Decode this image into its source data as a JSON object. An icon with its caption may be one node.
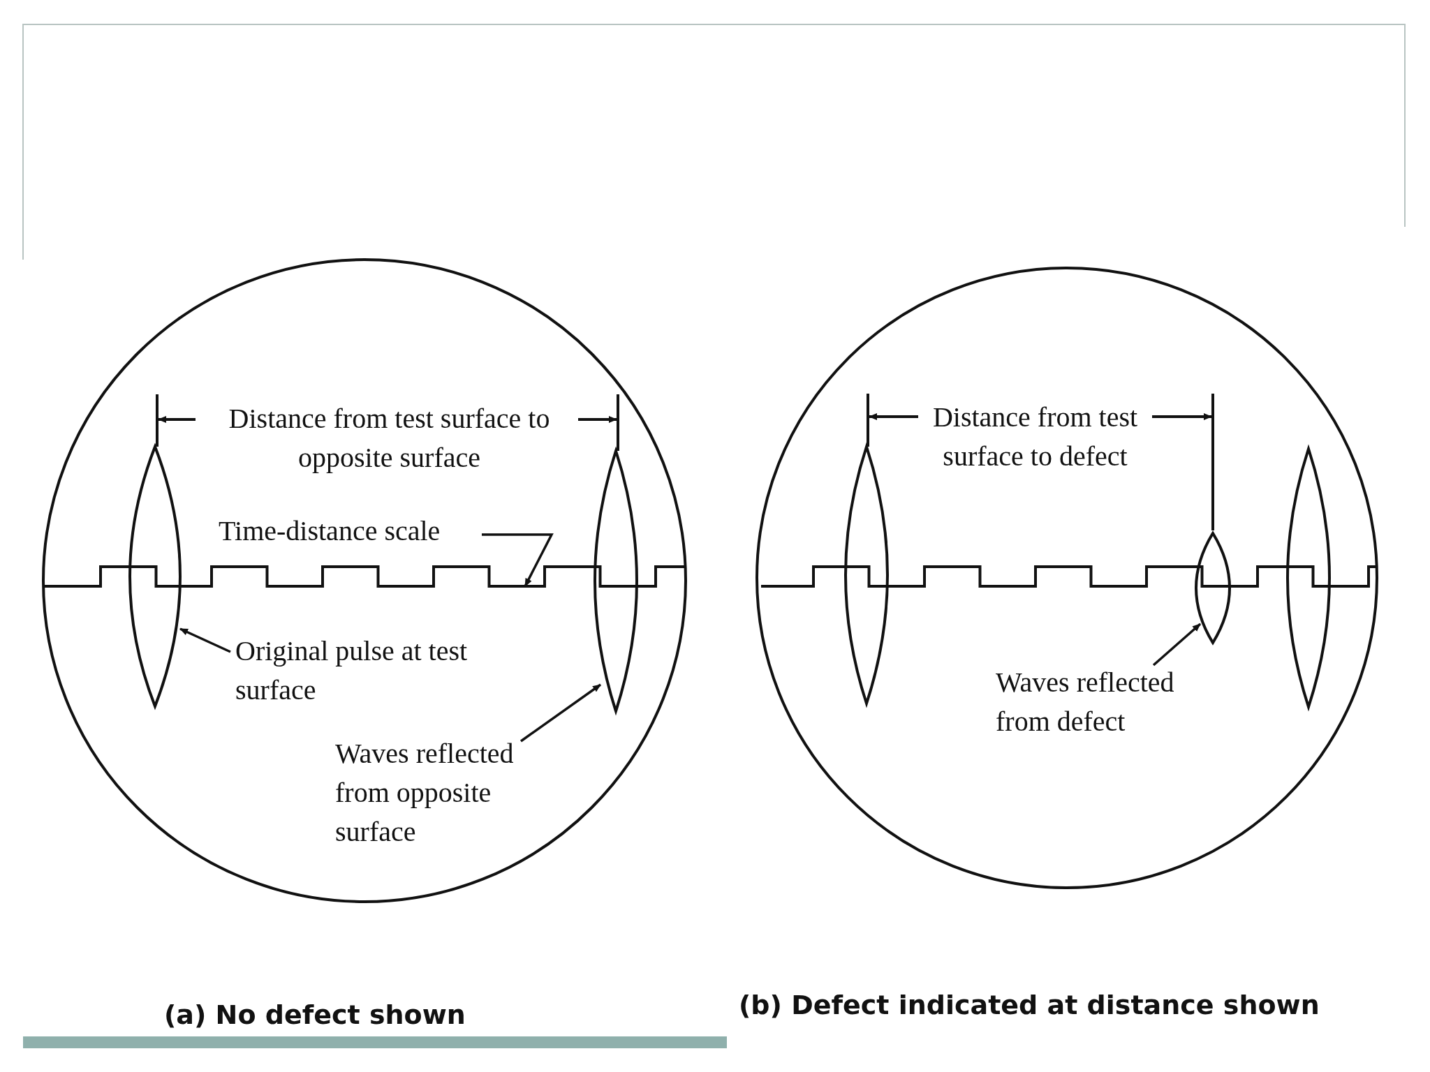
{
  "diagram": {
    "nodes": [
      {
        "text": [
          "Time-distance scale"
        ]
      },
      {
        "text": [
          "Original pulse at test surface"
        ]
      },
      {
        "text": [
          "Waves reflected from opposite surface"
        ]
      },
      {
        "text": [
          "Waves reflected from defect"
        ]
      },
      {
        "text": [],
        "shape": "line"
      },
      {
        "text": [],
        "shape": "pulse"
      },
      {
        "text": [],
        "shape": "pulse"
      },
      {
        "text": [],
        "shape": "line"
      },
      {
        "text": [],
        "shape": "pulse"
      },
      {
        "text": [],
        "shape": "pulse"
      },
      {
        "text": [],
        "shape": "pulse"
      }
    ],
    "edges": [
      {
        "from": 0,
        "to": 4,
        "arrow": "to"
      },
      {
        "from": 1,
        "to": 5,
        "arrow": "to"
      },
      {
        "from": 2,
        "to": 6,
        "arrow": "to"
      },
      {
        "from": 3,
        "to": 9,
        "arrow": "to"
      }
    ],
    "labels": [
      "Distance from test surface to opposite surface",
      "Distance from test surface to defect",
      "(a) No defect shown",
      "(b) Defect indicated at distance shown"
    ]
  }
}
